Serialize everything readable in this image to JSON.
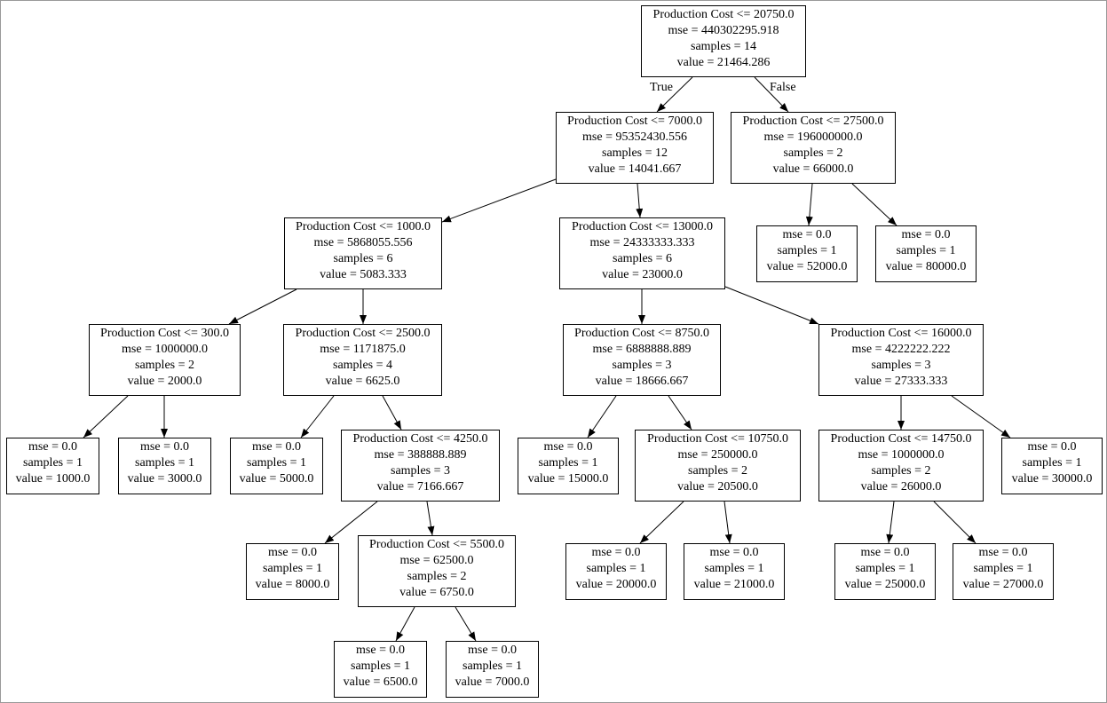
{
  "colors": {
    "border": "#000000",
    "background": "#ffffff",
    "frame": "#9a9a9a"
  },
  "edge_labels": {
    "true_label": "True",
    "false_label": "False"
  },
  "nodes": [
    {
      "id": "n0",
      "lines": [
        "Production Cost <= 20750.0",
        "mse = 440302295.918",
        "samples = 14",
        "value = 21464.286"
      ]
    },
    {
      "id": "n1",
      "lines": [
        "Production Cost <= 7000.0",
        "mse = 95352430.556",
        "samples = 12",
        "value = 14041.667"
      ]
    },
    {
      "id": "n2",
      "lines": [
        "Production Cost <= 27500.0",
        "mse = 196000000.0",
        "samples = 2",
        "value = 66000.0"
      ]
    },
    {
      "id": "n3",
      "lines": [
        "Production Cost <= 1000.0",
        "mse = 5868055.556",
        "samples = 6",
        "value = 5083.333"
      ]
    },
    {
      "id": "n4",
      "lines": [
        "Production Cost <= 13000.0",
        "mse = 24333333.333",
        "samples = 6",
        "value = 23000.0"
      ]
    },
    {
      "id": "n5",
      "lines": [
        "mse = 0.0",
        "samples = 1",
        "value = 52000.0"
      ]
    },
    {
      "id": "n6",
      "lines": [
        "mse = 0.0",
        "samples = 1",
        "value = 80000.0"
      ]
    },
    {
      "id": "n7",
      "lines": [
        "Production Cost <= 300.0",
        "mse = 1000000.0",
        "samples = 2",
        "value = 2000.0"
      ]
    },
    {
      "id": "n8",
      "lines": [
        "Production Cost <= 2500.0",
        "mse = 1171875.0",
        "samples = 4",
        "value = 6625.0"
      ]
    },
    {
      "id": "n9",
      "lines": [
        "Production Cost <= 8750.0",
        "mse = 6888888.889",
        "samples = 3",
        "value = 18666.667"
      ]
    },
    {
      "id": "n10",
      "lines": [
        "Production Cost <= 16000.0",
        "mse = 4222222.222",
        "samples = 3",
        "value = 27333.333"
      ]
    },
    {
      "id": "n11",
      "lines": [
        "mse = 0.0",
        "samples = 1",
        "value = 1000.0"
      ]
    },
    {
      "id": "n12",
      "lines": [
        "mse = 0.0",
        "samples = 1",
        "value = 3000.0"
      ]
    },
    {
      "id": "n13",
      "lines": [
        "mse = 0.0",
        "samples = 1",
        "value = 5000.0"
      ]
    },
    {
      "id": "n14",
      "lines": [
        "Production Cost <= 4250.0",
        "mse = 388888.889",
        "samples = 3",
        "value = 7166.667"
      ]
    },
    {
      "id": "n15",
      "lines": [
        "mse = 0.0",
        "samples = 1",
        "value = 15000.0"
      ]
    },
    {
      "id": "n16",
      "lines": [
        "Production Cost <= 10750.0",
        "mse = 250000.0",
        "samples = 2",
        "value = 20500.0"
      ]
    },
    {
      "id": "n17",
      "lines": [
        "Production Cost <= 14750.0",
        "mse = 1000000.0",
        "samples = 2",
        "value = 26000.0"
      ]
    },
    {
      "id": "n18",
      "lines": [
        "mse = 0.0",
        "samples = 1",
        "value = 30000.0"
      ]
    },
    {
      "id": "n19",
      "lines": [
        "mse = 0.0",
        "samples = 1",
        "value = 8000.0"
      ]
    },
    {
      "id": "n20",
      "lines": [
        "Production Cost <= 5500.0",
        "mse = 62500.0",
        "samples = 2",
        "value = 6750.0"
      ]
    },
    {
      "id": "n21",
      "lines": [
        "mse = 0.0",
        "samples = 1",
        "value = 20000.0"
      ]
    },
    {
      "id": "n22",
      "lines": [
        "mse = 0.0",
        "samples = 1",
        "value = 21000.0"
      ]
    },
    {
      "id": "n23",
      "lines": [
        "mse = 0.0",
        "samples = 1",
        "value = 25000.0"
      ]
    },
    {
      "id": "n24",
      "lines": [
        "mse = 0.0",
        "samples = 1",
        "value = 27000.0"
      ]
    },
    {
      "id": "n25",
      "lines": [
        "mse = 0.0",
        "samples = 1",
        "value = 6500.0"
      ]
    },
    {
      "id": "n26",
      "lines": [
        "mse = 0.0",
        "samples = 1",
        "value = 7000.0"
      ]
    }
  ],
  "edges": [
    [
      "n0",
      "n1"
    ],
    [
      "n0",
      "n2"
    ],
    [
      "n1",
      "n3"
    ],
    [
      "n1",
      "n4"
    ],
    [
      "n2",
      "n5"
    ],
    [
      "n2",
      "n6"
    ],
    [
      "n3",
      "n7"
    ],
    [
      "n3",
      "n8"
    ],
    [
      "n4",
      "n9"
    ],
    [
      "n4",
      "n10"
    ],
    [
      "n7",
      "n11"
    ],
    [
      "n7",
      "n12"
    ],
    [
      "n8",
      "n13"
    ],
    [
      "n8",
      "n14"
    ],
    [
      "n9",
      "n15"
    ],
    [
      "n9",
      "n16"
    ],
    [
      "n10",
      "n17"
    ],
    [
      "n10",
      "n18"
    ],
    [
      "n14",
      "n19"
    ],
    [
      "n14",
      "n20"
    ],
    [
      "n16",
      "n21"
    ],
    [
      "n16",
      "n22"
    ],
    [
      "n17",
      "n23"
    ],
    [
      "n17",
      "n24"
    ],
    [
      "n20",
      "n25"
    ],
    [
      "n20",
      "n26"
    ]
  ]
}
